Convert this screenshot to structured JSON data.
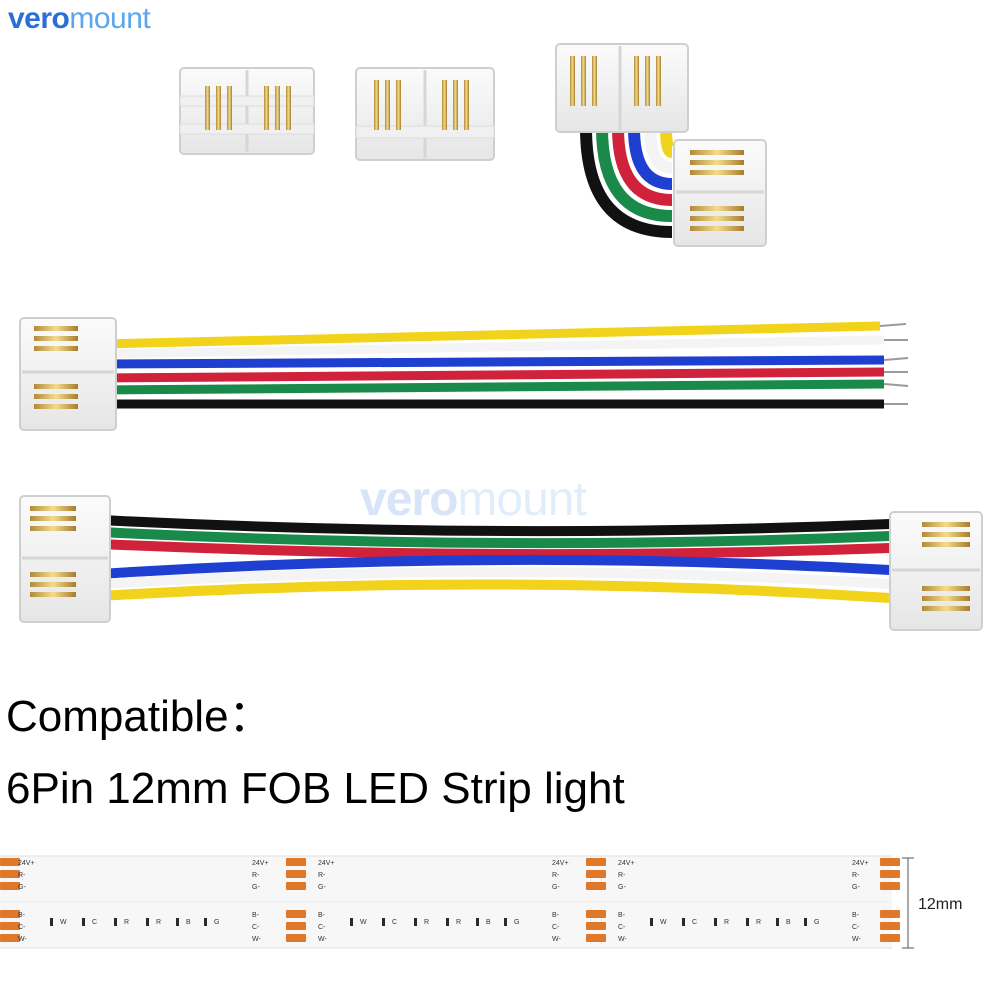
{
  "brand": {
    "part1": "vero",
    "part2": "mount"
  },
  "watermark": {
    "part1": "vero",
    "part2": "mount"
  },
  "caption": {
    "line1": "Compatible：",
    "line2": "6Pin 12mm FOB LED Strip light"
  },
  "strip": {
    "pad_labels_top": [
      "24V+",
      "R-",
      "G-"
    ],
    "pad_labels_bottom": [
      "B-",
      "C-",
      "W-"
    ],
    "chip_labels": [
      "W",
      "C",
      "R",
      "R",
      "B",
      "G"
    ],
    "width_label": "12mm"
  },
  "colors": {
    "brand_blue": "#2b6fd6",
    "brand_light_blue": "#5aa7ef",
    "wire_yellow": "#f2d31b",
    "wire_blue": "#1f3fd1",
    "wire_red": "#d0223a",
    "wire_green": "#1a8a4a",
    "wire_black": "#111111",
    "wire_white": "#f4f4f4",
    "pad_copper": "#e0782a"
  }
}
